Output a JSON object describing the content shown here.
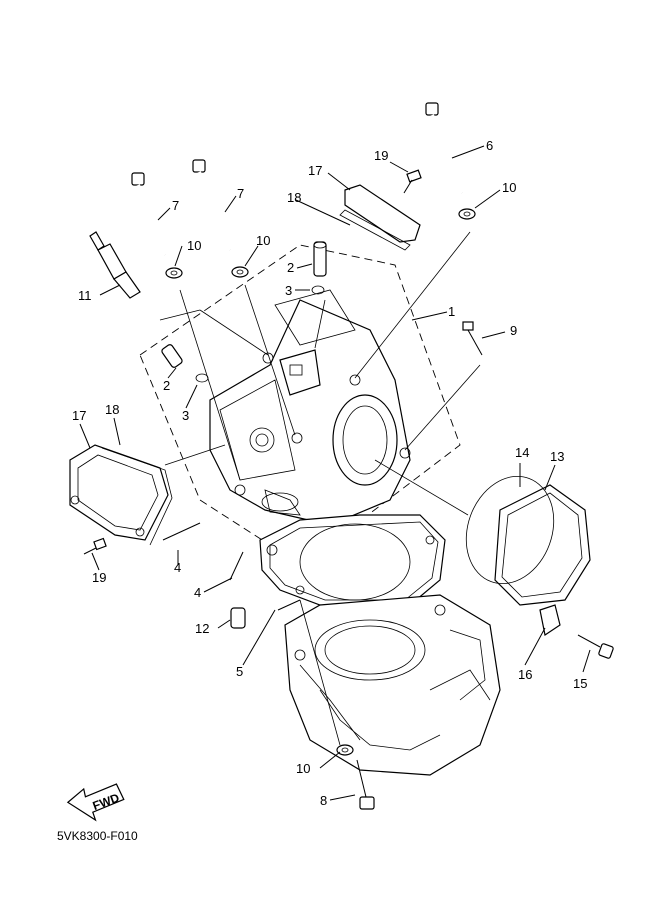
{
  "labels": {
    "l1": "1",
    "l2a": "2",
    "l2b": "2",
    "l3a": "3",
    "l3b": "3",
    "l4a": "4",
    "l4b": "4",
    "l5": "5",
    "l6": "6",
    "l7a": "7",
    "l7b": "7",
    "l8": "8",
    "l9": "9",
    "l10a": "10",
    "l10b": "10",
    "l10c": "10",
    "l10d": "10",
    "l11": "11",
    "l12": "12",
    "l13": "13",
    "l14": "14",
    "l15": "15",
    "l16": "16",
    "l17a": "17",
    "l17b": "17",
    "l18a": "18",
    "l18b": "18",
    "l19a": "19",
    "l19b": "19"
  },
  "fwd_label": "FWD",
  "diagram_code": "5VK8300-F010"
}
